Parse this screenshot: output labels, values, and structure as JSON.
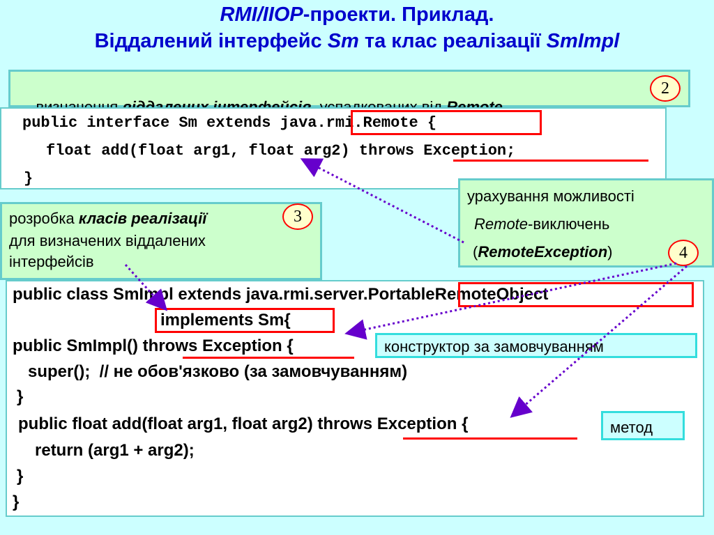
{
  "title": {
    "line1_italic": "RMI/IIOP",
    "line1_rest": "-проекти. Приклад.",
    "line2_a": "Віддалений інтерфейс ",
    "line2_sm": "Sm",
    "line2_b": " та клас реалізації ",
    "line2_impl": "SmImpl"
  },
  "note2": {
    "a": "визначення ",
    "b": "віддалених інтерфейсів",
    "c": ", успадкованих від ",
    "d": "Remote",
    "badge": "2"
  },
  "iface_code": {
    "l1a": "public interface Sm extends ",
    "l1b": "java.rmi.Remote ",
    "l1c": "{",
    "l2a": "float add(float arg1, float arg2) ",
    "l2b": "throws Exception;",
    "l3": "}"
  },
  "note4": {
    "l1": "урахування можливості",
    "l2a": "Remote",
    "l2b": "-виключень",
    "l3a": "(",
    "l3b": "RemoteException",
    "l3c": ")",
    "badge": "4"
  },
  "note3": {
    "a": "розробка ",
    "b": "класів реалізації",
    "l2": "для визначених віддалених",
    "l3": "інтерфейсів",
    "badge": "3"
  },
  "impl_code": {
    "l1a": "public class SmImpl extends java.rmi.server.",
    "l1b": "PortableRemoteObject",
    "l2": "implements Sm{",
    "l3a": "public SmImpl() ",
    "l3b": "throws Exception",
    "l3c": " {",
    "l4": "super();  // не обов'язково (за замовчуванням)",
    "l5": "}",
    "l6a": "public float add(float arg1, float arg2) ",
    "l6b": "throws Exception",
    "l6c": " {",
    "l7": "return (arg1 + arg2);",
    "l8": "}",
    "l9": "}"
  },
  "label_ctor": "конструктор за замовчуванням",
  "label_method": "метод"
}
